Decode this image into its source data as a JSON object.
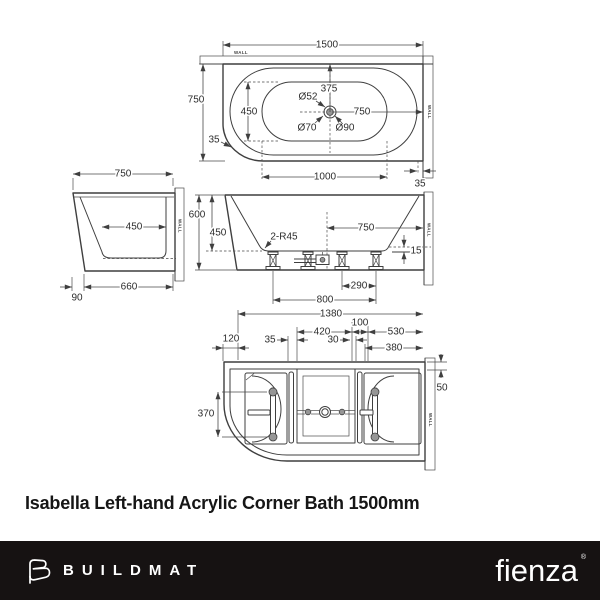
{
  "title": "Isabella Left-hand Acrylic Corner Bath 1500mm",
  "colors": {
    "line": "#3f3f3f",
    "footer_background": "#161212",
    "brand_text": "#ffffff",
    "title_text": "#161616"
  },
  "drawing": {
    "labels": {
      "wall": "WALL"
    },
    "plan": {
      "overall_length": "1500",
      "overall_width": "750",
      "drain_setout": "375",
      "waste_dia": "Ø52",
      "inner_width": "450",
      "drain_to_wall": "750",
      "overflow_dia": "Ø70",
      "recess_dia": "Ø90",
      "rim_radius": "35",
      "inner_length": "1000",
      "wall_gap": "35"
    },
    "side": {
      "overall_width": "750",
      "base_inner_width": "450",
      "base_width": "660",
      "rim_overhang": "90"
    },
    "front": {
      "overall_height": "600",
      "inner_depth": "450",
      "corner_radius": "2-R45",
      "drain_to_wall": "750",
      "plinth_gap": "15",
      "feet_pitch": "290",
      "feet_span": "800"
    },
    "bottom": {
      "base_length": "1380",
      "center_gap": "100",
      "right_run": "530",
      "corner_width": "120",
      "rail_offset": "35",
      "left_run": "420",
      "mid_gap": "30",
      "right_rail_run": "380",
      "top_clearance": "50",
      "bracket_pitch": "370"
    }
  },
  "footer": {
    "brand": "BUILDMAT",
    "vendor": "fienza",
    "reg_mark": "®"
  }
}
